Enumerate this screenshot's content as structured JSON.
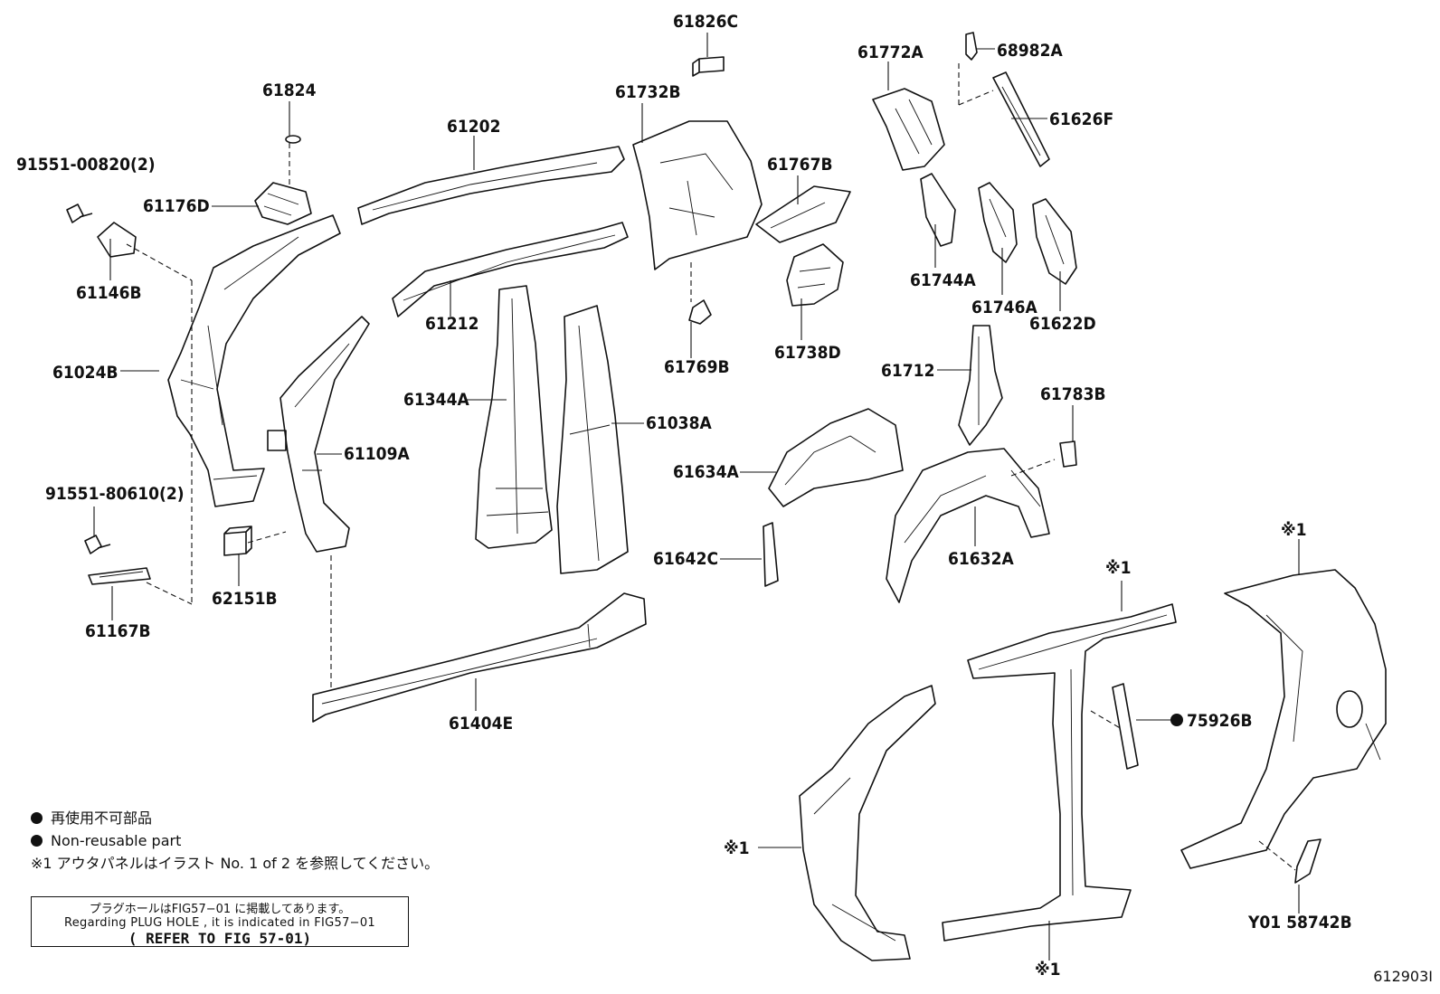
{
  "labels": {
    "p61826C": "61826C",
    "p68982A": "68982A",
    "p61772A": "61772A",
    "p61824": "61824",
    "p61732B": "61732B",
    "p61626F": "61626F",
    "p61202": "61202",
    "p91551_00820": "91551-00820(2)",
    "p61767B": "61767B",
    "p61176D": "61176D",
    "p61744A": "61744A",
    "p61146B": "61146B",
    "p61746A": "61746A",
    "p61212": "61212",
    "p61622D": "61622D",
    "p61738D": "61738D",
    "p61024B": "61024B",
    "p61769B": "61769B",
    "p61712": "61712",
    "p61344A": "61344A",
    "p61783B": "61783B",
    "p61038A": "61038A",
    "p61109A": "61109A",
    "p61634A": "61634A",
    "p91551_80610": "91551-80610(2)",
    "p61642C": "61642C",
    "p61632A": "61632A",
    "p62151B": "62151B",
    "p61167B": "61167B",
    "p61404E": "61404E",
    "p75926B": "75926B",
    "pY01": "Y01 58742B",
    "ref1_a": "※1",
    "ref1_b": "※1",
    "ref1_c": "※1",
    "ref1_d": "※1"
  },
  "legend": {
    "line1": "再使用不可部品",
    "line2": "Non-reusable part",
    "line3": "※1 アウタパネルはイラスト No. 1 of 2 を参照してください。"
  },
  "note": {
    "line1": "プラグホールはFIG57−01 に掲載してあります。",
    "line2": "Regarding  PLUG HOLE , it is indicated in FIG57−01",
    "line3": "( REFER TO FIG 57-01)"
  },
  "figure_id": "612903I"
}
